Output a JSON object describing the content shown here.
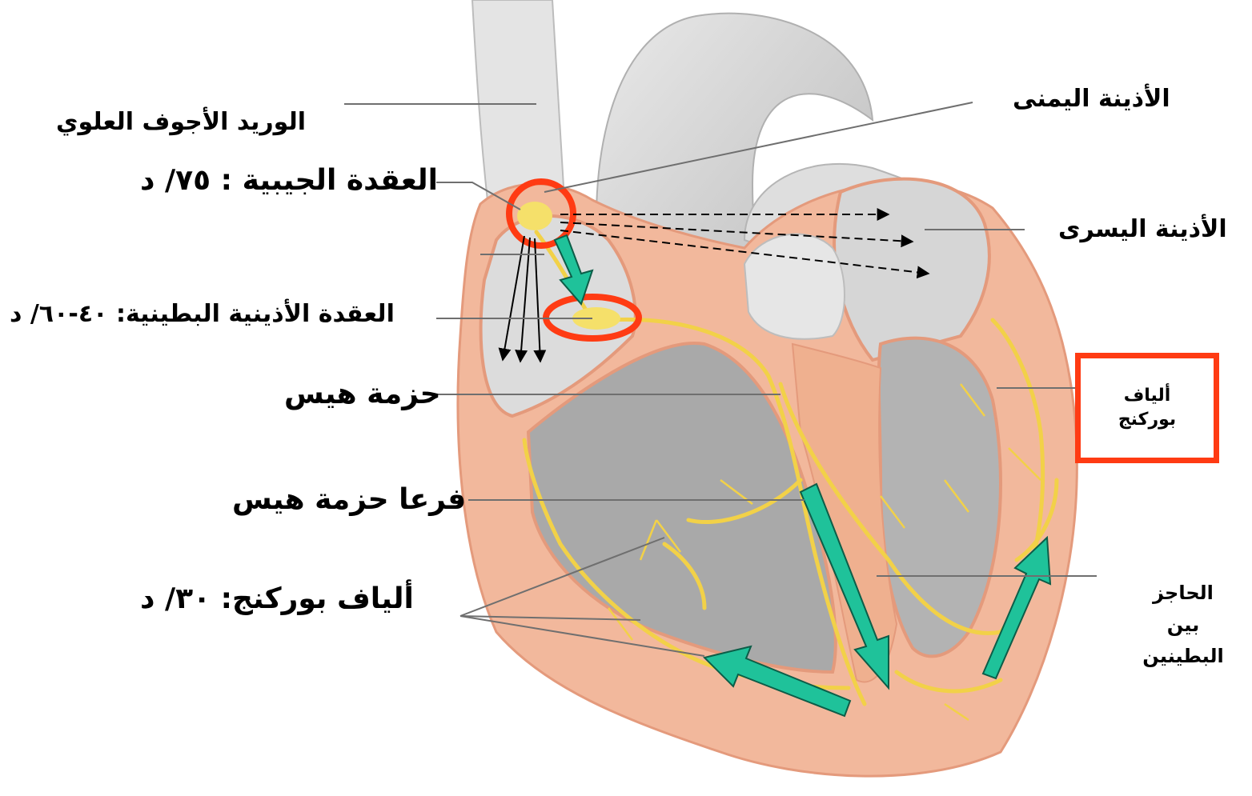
{
  "labels": {
    "svc": "الوريد الأجوف العلوي",
    "sa_node": "العقدة الجيبية : ٧٥/ د",
    "av_node": "العقدة الأذينية البطينية: ٤٠-٦٠/ د",
    "his_bundle": "حزمة هيس",
    "his_branches": "فرعا حزمة هيس",
    "purkinje_rate": "ألياف بوركنج: ٣٠/ د",
    "right_atrium": "الأذينة اليمنى",
    "left_atrium": "الأذينة اليسرى",
    "purkinje_box_line1": "ألياف",
    "purkinje_box_line2": "بوركنج",
    "septum_line1": "الحاجز",
    "septum_line2": "بين",
    "septum_line3": "البطينين"
  },
  "colors": {
    "highlight": "#ff3b13",
    "arrow": "#1fc29a",
    "conduction": "#f2d148",
    "myocardium": "#f2b89c",
    "tissue_gray": "#c9c9c9"
  }
}
